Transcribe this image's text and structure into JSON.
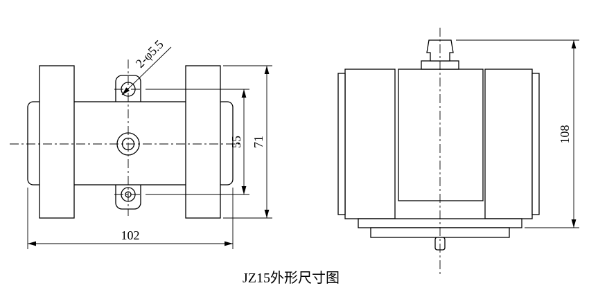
{
  "drawing": {
    "caption": "JZ15外形尺寸图",
    "annotations": {
      "hole_callout": "2-φ5.5"
    },
    "dimensions": {
      "front_hole_spacing": "55",
      "front_overall_height": "71",
      "front_overall_width": "102",
      "side_overall_height": "108"
    },
    "colors": {
      "line": "#000000",
      "background": "#ffffff"
    }
  }
}
